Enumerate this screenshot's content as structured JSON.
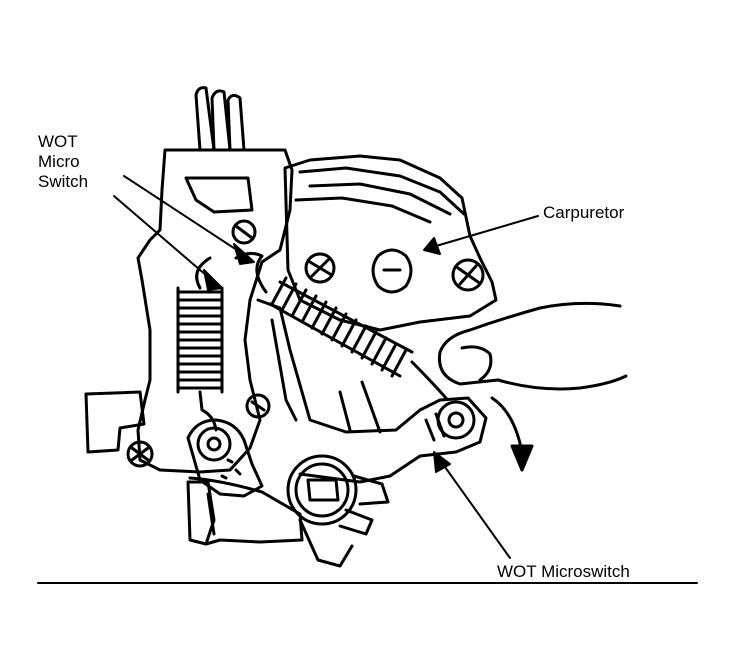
{
  "labels": {
    "wot_micro_switch": [
      "WOT",
      "Micro",
      "Switch"
    ],
    "carburetor": "Carpuretor",
    "wot_microswitch": "WOT Microswitch"
  },
  "colors": {
    "ink": "#000000",
    "paper": "#ffffff"
  }
}
